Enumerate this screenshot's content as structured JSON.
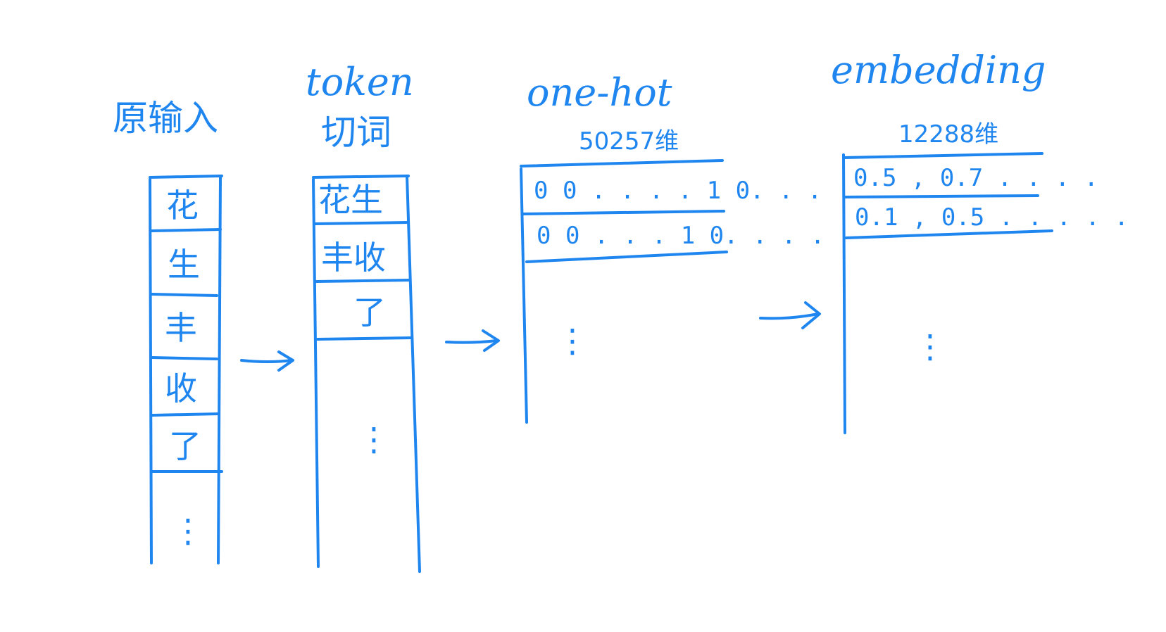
{
  "colors": {
    "ink": "#1f86f0",
    "background": "#ffffff"
  },
  "stages": {
    "raw": {
      "title": "原输入",
      "cells": [
        "花",
        "生",
        "丰",
        "收",
        "了"
      ],
      "ellipsis": "⋮"
    },
    "token": {
      "title_line1": "token",
      "title_line2": "切词",
      "cells": [
        "花生",
        "丰收",
        "了"
      ],
      "ellipsis": "⋮"
    },
    "onehot": {
      "title": "one-hot",
      "dim_label": "50257维",
      "rows": [
        "0 0 . . . .  1 0. . .",
        "0 0 . . . 1 0. . . ."
      ],
      "ellipsis": "⋮"
    },
    "embedding": {
      "title": "embedding",
      "dim_label": "12288维",
      "rows": [
        "0.5 , 0.7 . . . .",
        "0.1 , 0.5 . . . . ."
      ],
      "ellipsis": "⋮"
    }
  },
  "arrows": [
    {
      "from": "raw",
      "to": "token",
      "icon": "right-arrow-icon"
    },
    {
      "from": "token",
      "to": "onehot",
      "icon": "right-arrow-icon"
    },
    {
      "from": "onehot",
      "to": "embedding",
      "icon": "right-arrow-icon"
    }
  ]
}
